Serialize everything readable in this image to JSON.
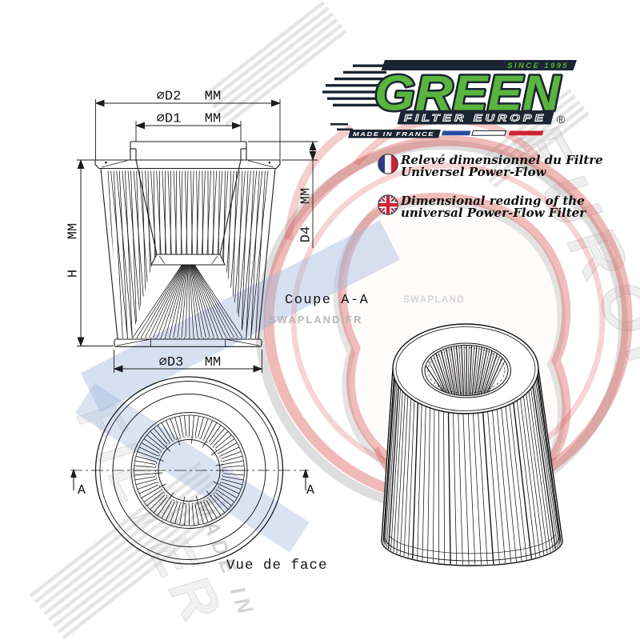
{
  "brand_logo": {
    "since": "SINCE 1995",
    "name": "GREEN",
    "tagline": "FILTER EUROPE",
    "registered": "®",
    "made_in": "MADE IN FRANCE",
    "colors": {
      "green": "#5ab53e",
      "navy": "#1b2532",
      "flag_blue": "#2b4a9e",
      "flag_red": "#cd2332"
    }
  },
  "descriptions": {
    "fr": {
      "icon": "french-flag-icon",
      "line1": "Relevé dimensionnel du Filtre",
      "line2": "Universel Power-Flow"
    },
    "en": {
      "icon": "uk-flag-icon",
      "line1": "Dimensional reading of the",
      "line2": "universal Power-Flow Filter"
    }
  },
  "section_view": {
    "title": "Coupe A-A",
    "dim_d2": {
      "label": "⌀D2",
      "unit": "MM"
    },
    "dim_d1": {
      "label": "⌀D1",
      "unit": "MM"
    },
    "dim_d3": {
      "label": "⌀D3",
      "unit": "MM"
    },
    "dim_h": {
      "label": "H",
      "unit": "MM"
    },
    "dim_d4": {
      "label": "D4",
      "unit": "MM"
    }
  },
  "front_view": {
    "title": "Vue de face",
    "cut_label_left": "A",
    "cut_label_right": "A"
  },
  "watermark": {
    "site": "SWAPLAND.FR",
    "site_short": "SWAPLAND",
    "letters": [
      "EUROPE",
      "FILTER",
      "MADE IN"
    ],
    "colors": {
      "red": "#d9534f",
      "blue": "#9fb6dc",
      "gray": "#cfcfcf"
    }
  }
}
